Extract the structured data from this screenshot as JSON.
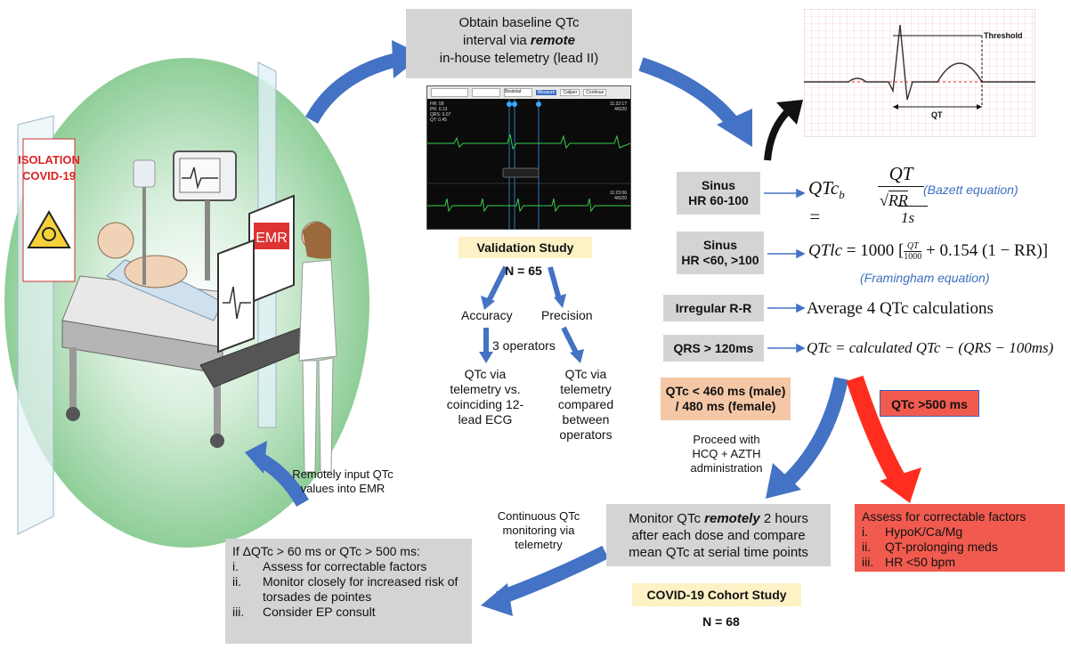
{
  "scene": {
    "sign_line1": "ISOLATION",
    "sign_line2": "COVID-19",
    "emr_label": "EMR"
  },
  "top_box": {
    "line1": "Obtain baseline QTc",
    "line2a": "interval via ",
    "line2b": "remote",
    "line3": "in-house telemetry (lead II)"
  },
  "telemetry": {
    "toolbar": [
      "Beatstat",
      "Measure",
      "Caliper",
      "Continue"
    ],
    "vitals": [
      "HR: 58",
      "PR: 0.13",
      "QRS: 0.07",
      "QT: 0.45"
    ],
    "time1": "11:22:17",
    "date1": "4/6/20",
    "time2": "11:23:06",
    "date2": "4/6/20"
  },
  "validation": {
    "title": "Validation Study",
    "n": "N = 65",
    "accuracy": "Accuracy",
    "precision": "Precision",
    "operators": "3 operators",
    "left_result": [
      "QTc via",
      "telemetry vs.",
      "coinciding 12-",
      "lead ECG"
    ],
    "right_result": [
      "QTc via",
      "telemetry",
      "compared",
      "between",
      "operators"
    ]
  },
  "ecg": {
    "threshold": "Threshold",
    "qt": "QT"
  },
  "rules": [
    {
      "label": "Sinus\nHR 60-100",
      "note": "(Bazett equation)"
    },
    {
      "label": "Sinus\nHR <60, >100",
      "note": "(Framingham equation)"
    },
    {
      "label": "Irregular R-R",
      "formula": "Average 4 QTc calculations"
    },
    {
      "label": "QRS > 120ms"
    }
  ],
  "qtc_ok": {
    "line1": "QTc < 460 ms (male)",
    "line2": "/ 480 ms (female)",
    "proceed": [
      "Proceed with",
      "HCQ + AZTH",
      "administration"
    ]
  },
  "qtc_high": {
    "label": "QTc >500 ms"
  },
  "correctable": {
    "title": "Assess for correctable factors",
    "items": [
      {
        "num": "i.",
        "text": "HypoK/Ca/Mg"
      },
      {
        "num": "ii.",
        "text": "QT-prolonging meds"
      },
      {
        "num": "iii.",
        "text": "HR <50 bpm"
      }
    ]
  },
  "monitor": {
    "line1a": "Monitor QTc ",
    "line1b": "remotely",
    "line1c": " 2 hours",
    "line2": "after each dose and compare",
    "line3": "mean QTc at serial time points"
  },
  "cohort": {
    "title": "COVID-19 Cohort Study",
    "n": "N = 68"
  },
  "continuous_label": [
    "Continuous QTc",
    "monitoring via",
    "telemetry"
  ],
  "remote_input_label": [
    "Remotely input QTc",
    "values into EMR"
  ],
  "action_box": {
    "header": "If ΔQTc > 60 ms or QTc > 500 ms:",
    "items": [
      {
        "num": "i.",
        "text": "Assess for correctable factors"
      },
      {
        "num": "ii.",
        "text": "Monitor closely for increased risk of torsades de pointes"
      },
      {
        "num": "iii.",
        "text": "Consider EP consult"
      }
    ]
  },
  "colors": {
    "arrow_blue": "#4472c4",
    "box_gray": "#d4d4d4",
    "validation_yellow": "#fdf2c6",
    "ok_peach": "#f4c7a6",
    "alert_red": "#f15b4f",
    "ecg_grid": "#f2b8b8"
  }
}
